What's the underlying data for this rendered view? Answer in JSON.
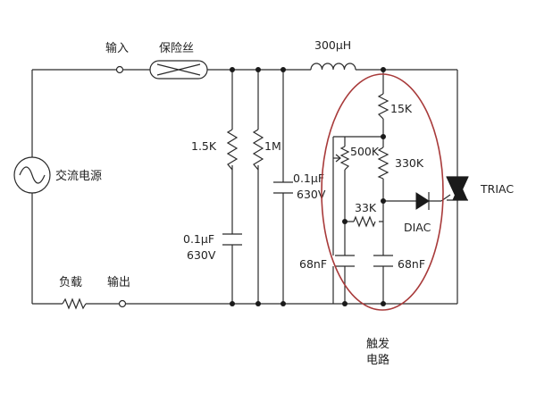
{
  "labels": {
    "ac_source": "交流电源",
    "input": "输入",
    "fuse": "保险丝",
    "load": "负载",
    "output": "输出",
    "inductor": "300µH",
    "r_15k_left": "1.5K",
    "r_1m": "1M",
    "c_left_value": "0.1µF",
    "c_left_voltage": "630V",
    "c_mid_value": "0.1µF",
    "c_mid_voltage": "630V",
    "r_15k": "15K",
    "pot_500k": "500K",
    "r_330k": "330K",
    "r_33k": "33K",
    "c_68nf_left": "68nF",
    "c_68nf_right": "68nF",
    "diac": "DIAC",
    "triac": "TRIAC",
    "trigger_line1": "触发",
    "trigger_line2": "电路"
  },
  "colors": {
    "wire": "#2b2b2b",
    "highlight_ellipse": "#a83a3a"
  }
}
